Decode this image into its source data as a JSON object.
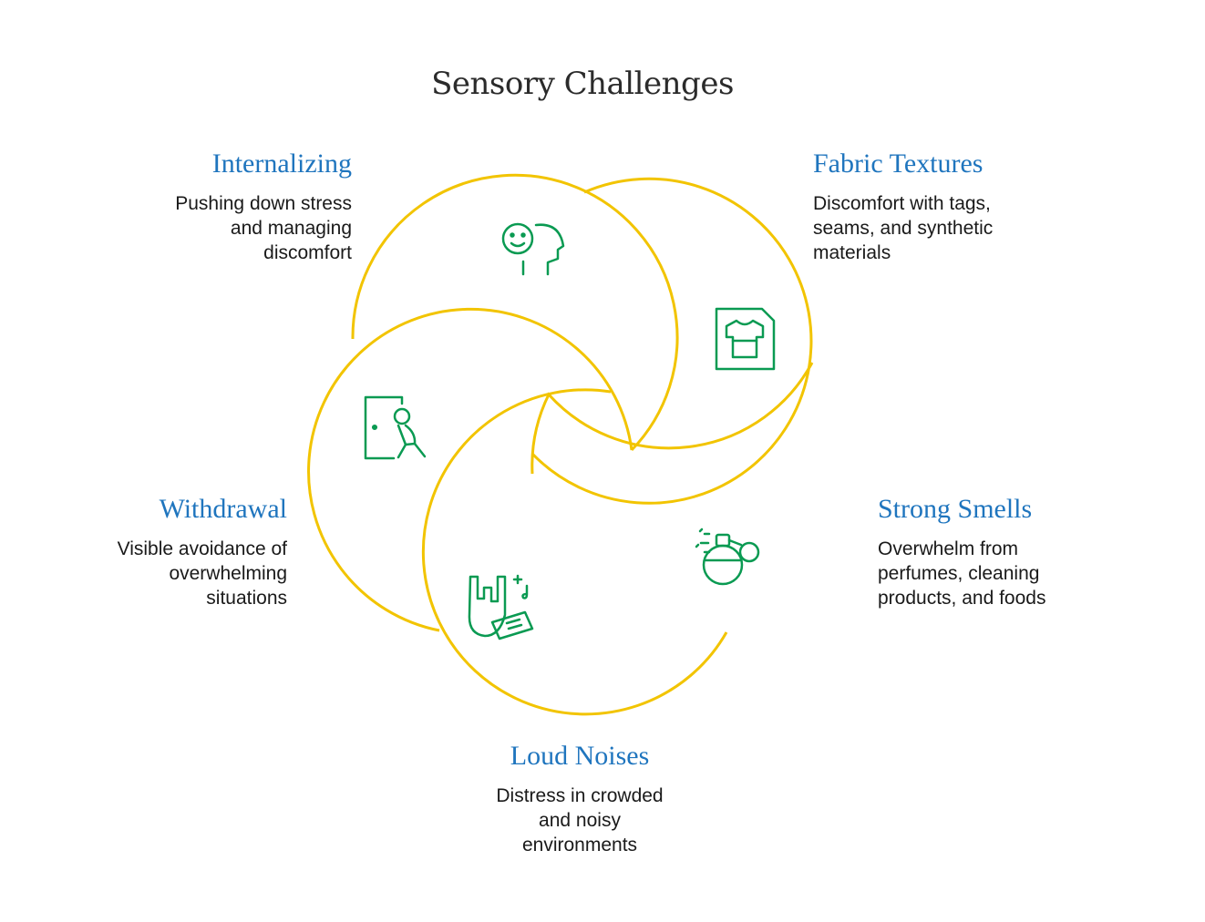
{
  "title": "Sensory Challenges",
  "colors": {
    "ring": "#f2c400",
    "icon": "#0a9a52",
    "heading": "#1f75be",
    "text": "#1a1a1a"
  },
  "items": [
    {
      "heading": "Internalizing",
      "lines": [
        "Pushing down stress",
        "and managing",
        "discomfort"
      ],
      "icon": "smiling-face-head-icon"
    },
    {
      "heading": "Fabric Textures",
      "lines": [
        "Discomfort with tags,",
        "seams, and synthetic",
        "materials"
      ],
      "icon": "shirt-tag-icon"
    },
    {
      "heading": "Strong Smells",
      "lines": [
        "Overwhelm from",
        "perfumes, cleaning",
        "products, and foods"
      ],
      "icon": "perfume-spray-icon"
    },
    {
      "heading": "Loud Noises",
      "lines": [
        "Distress in crowded",
        "and noisy",
        "environments"
      ],
      "icon": "rock-hand-ticket-icon"
    },
    {
      "heading": "Withdrawal",
      "lines": [
        "Visible avoidance of",
        "overwhelming",
        "situations"
      ],
      "icon": "person-leaving-door-icon"
    }
  ]
}
